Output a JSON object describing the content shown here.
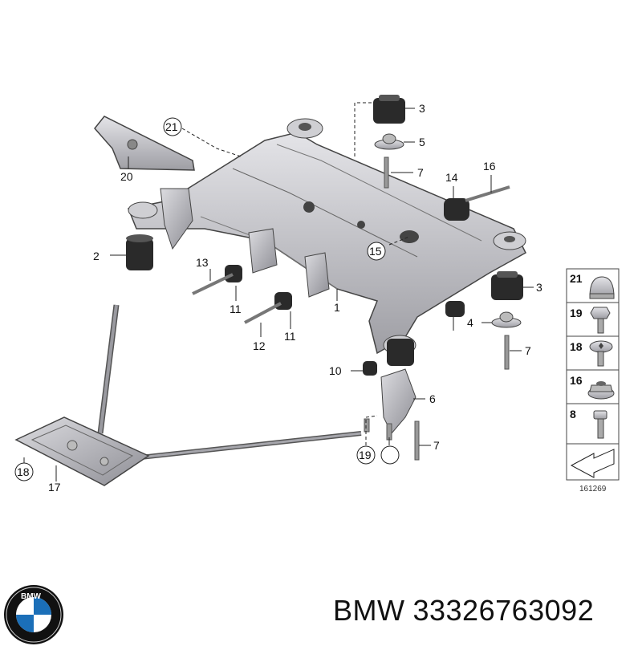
{
  "diagram": {
    "callouts": {
      "c1": "1",
      "c2": "2",
      "c3a": "3",
      "c3b": "3",
      "c4": "4",
      "c5": "5",
      "c6": "6",
      "c7a": "7",
      "c7b": "7",
      "c7c": "7",
      "c8": "8",
      "c10": "10",
      "c11a": "11",
      "c11b": "11",
      "c12": "12",
      "c13": "13",
      "c14": "14",
      "c15": "15",
      "c16": "16",
      "c17": "17",
      "c18": "18",
      "c19": "19",
      "c20": "20",
      "c21": "21"
    },
    "legend": {
      "items": [
        {
          "num": "21",
          "icon": "cap-nut-icon"
        },
        {
          "num": "19",
          "icon": "hex-bolt-icon"
        },
        {
          "num": "18",
          "icon": "torx-bolt-icon"
        },
        {
          "num": "16",
          "icon": "flange-nut-icon"
        },
        {
          "num": "8",
          "icon": "screw-icon"
        }
      ],
      "arrow_icon": "arrow-icon",
      "diagram_number": "161269"
    }
  },
  "footer": {
    "logo": "BMW",
    "brand": "BMW",
    "part_number": "33326763092"
  },
  "colors": {
    "part_fill": "#cfcfd3",
    "part_stroke": "#444444",
    "rubber": "#2a2a2a",
    "logo_blue": "#1b6fb8"
  }
}
